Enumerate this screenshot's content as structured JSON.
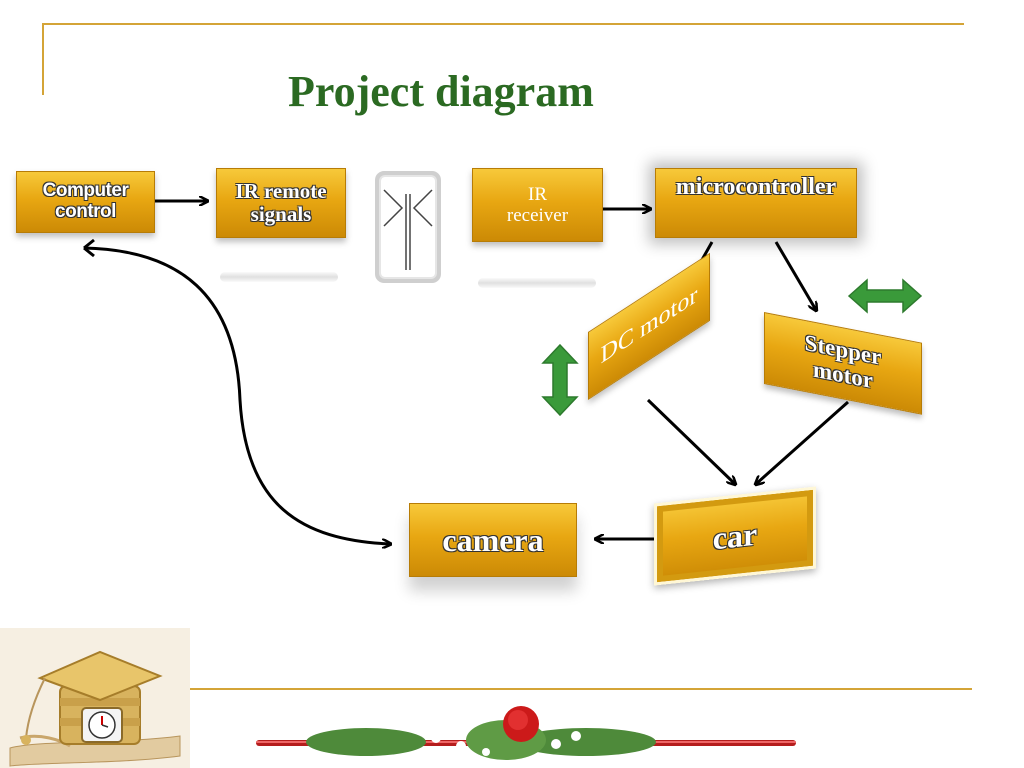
{
  "slide": {
    "title": "Project diagram"
  },
  "nodes": {
    "computer_control": "Computer control",
    "ir_remote_signals": "IR remote signals",
    "ir_receiver": "IR receiver",
    "microcontroller": "microcontroller",
    "dc_motor": "DC motor",
    "stepper_motor": "Stepper motor",
    "car": "car",
    "camera": "camera"
  },
  "colors": {
    "title": "#2b6a22",
    "box_gold": "#e8a712",
    "frame_gold": "#d4a437",
    "accent_green": "#3a9a3a"
  },
  "icons": {
    "transmission": "ir-transmission-icon",
    "vertical_arrow": "up-down-arrow-icon",
    "horizontal_arrow": "left-right-arrow-icon",
    "clip_art": "graduation-cap-clock-icon",
    "ornament": "rose-ornament-icon"
  }
}
